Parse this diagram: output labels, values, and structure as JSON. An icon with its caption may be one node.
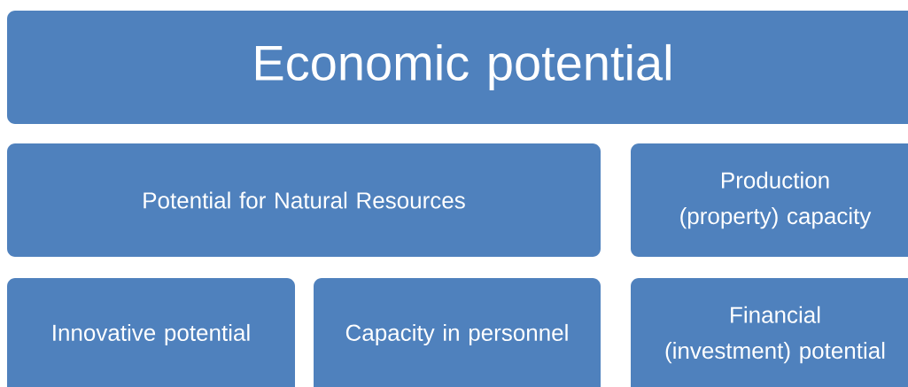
{
  "diagram": {
    "nodes": [
      {
        "text": [
          "Economic potential"
        ]
      },
      {
        "text": [
          "Potential for Natural Resources"
        ]
      },
      {
        "text": [
          "Production (property) capacity"
        ]
      },
      {
        "text": [
          "Innovative potential"
        ]
      },
      {
        "text": [
          "Capacity in personnel"
        ]
      },
      {
        "text": [
          "Financial (investment) potential"
        ]
      }
    ]
  }
}
